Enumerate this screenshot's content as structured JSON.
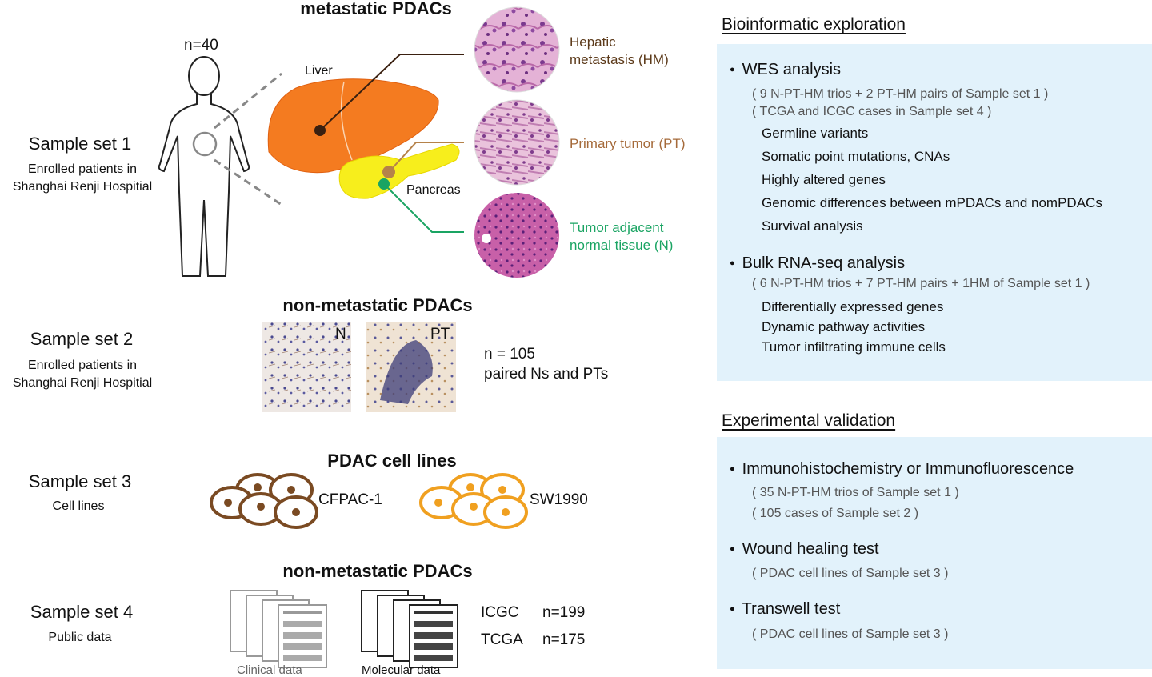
{
  "left": {
    "sets": [
      {
        "name": "Sample set 1",
        "sub1": "Enrolled patients in",
        "sub2": "Shanghai Renji Hospitial"
      },
      {
        "name": "Sample set 2",
        "sub1": "Enrolled patients in",
        "sub2": "Shanghai Renji Hospitial"
      },
      {
        "name": "Sample set 3",
        "sub1": "Cell lines",
        "sub2": ""
      },
      {
        "name": "Sample set 4",
        "sub1": "Public data",
        "sub2": ""
      }
    ],
    "section1": {
      "title": "metastatic PDACs",
      "n_label": "n=40",
      "liver_label": "Liver",
      "pancreas_label": "Pancreas",
      "hm_label_1": "Hepatic",
      "hm_label_2": "metastasis (HM)",
      "pt_label": "Primary tumor (PT)",
      "n_tissue_label_1": "Tumor adjacent",
      "n_tissue_label_2": "normal tissue (N)"
    },
    "section2": {
      "title": "non-metastatic PDACs",
      "img_n": "N",
      "img_pt": "PT",
      "count": "n = 105",
      "desc": "paired Ns and PTs"
    },
    "section3": {
      "title": "PDAC cell lines",
      "line1": "CFPAC-1",
      "line2": "SW1990"
    },
    "section4": {
      "title": "non-metastatic PDACs",
      "clinical": "Clinical data",
      "molecular": "Molecular data",
      "db1": "ICGC",
      "db1_n": "n=199",
      "db2": "TCGA",
      "db2_n": "n=175"
    }
  },
  "right": {
    "bio": {
      "heading": "Bioinformatic exploration",
      "wes": "WES analysis",
      "wes_p1": "( 9 N-PT-HM  trios + 2 PT-HM pairs of Sample set 1 )",
      "wes_p2": "( TCGA and ICGC cases in Sample set 4 )",
      "wes_items": [
        "Germline variants",
        "Somatic point mutations, CNAs",
        "Highly altered genes",
        "Genomic differences between mPDACs and nomPDACs",
        "Survival analysis"
      ],
      "rna": "Bulk RNA-seq analysis",
      "rna_p1": "( 6 N-PT-HM  trios + 7 PT-HM pairs + 1HM of Sample set 1 )",
      "rna_items": [
        "Differentially expressed genes",
        "Dynamic pathway activities",
        "Tumor infiltrating immune cells"
      ]
    },
    "exp": {
      "heading": "Experimental validation",
      "ihc": "Immunohistochemistry or Immunofluorescence",
      "ihc_p1": "( 35 N-PT-HM trios of Sample set 1 )",
      "ihc_p2": "( 105 cases of Sample set 2 )",
      "wound": "Wound healing test",
      "wound_p": "( PDAC cell lines of Sample set 3 )",
      "trans": "Transwell test",
      "trans_p": "( PDAC cell lines of Sample set 3 )"
    }
  },
  "colors": {
    "liver": "#f47b20",
    "pancreas": "#f7ee1c",
    "hm_text": "#5c3a1a",
    "pt_text": "#a56a3a",
    "n_text": "#1aa463",
    "cfpac": "#7a4a22",
    "sw1990": "#f0a020",
    "panel": "#e2f2fb",
    "tissue_pink": "#d99ac4"
  }
}
